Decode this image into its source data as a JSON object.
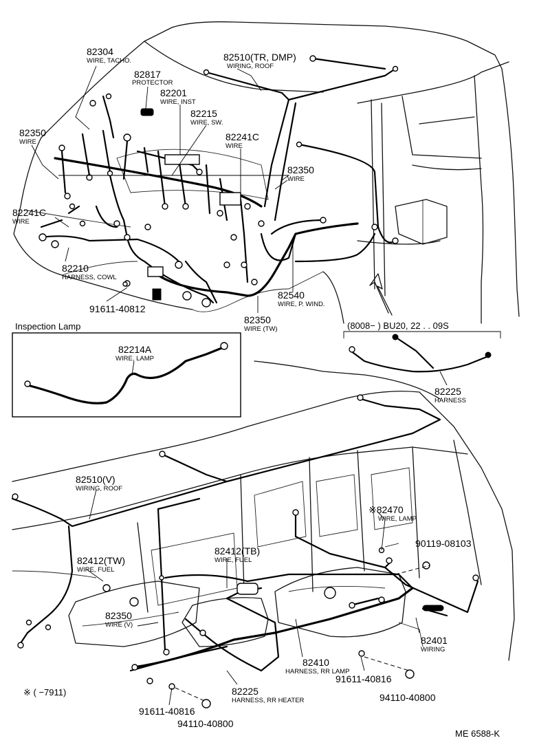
{
  "parts": [
    {
      "id": "p82304",
      "number": "82304",
      "desc": "WIRE, TACHO."
    },
    {
      "id": "p82510tr",
      "number": "82510(TR, DMP)",
      "desc": "WIRING, ROOF"
    },
    {
      "id": "p82817",
      "number": "82817",
      "desc": "PROTECTOR"
    },
    {
      "id": "p82201",
      "number": "82201",
      "desc": "WIRE, INST"
    },
    {
      "id": "p82215",
      "number": "82215",
      "desc": "WIRE, SW."
    },
    {
      "id": "p82350a",
      "number": "82350",
      "desc": "WIRE"
    },
    {
      "id": "p82241c_a",
      "number": "82241C",
      "desc": "WIRE"
    },
    {
      "id": "p82350b",
      "number": "82350",
      "desc": "WIRE"
    },
    {
      "id": "p82241c_b",
      "number": "82241C",
      "desc": "WIRE"
    },
    {
      "id": "p82210",
      "number": "82210",
      "desc": "HARNESS, COWL"
    },
    {
      "id": "p91611_40812",
      "number": "91611-40812",
      "desc": ""
    },
    {
      "id": "p82540",
      "number": "82540",
      "desc": "WIRE, P. WIND."
    },
    {
      "id": "p82350tw",
      "number": "82350",
      "desc": "WIRE (TW)"
    },
    {
      "id": "p82214a",
      "number": "82214A",
      "desc": "WIRE, LAMP"
    },
    {
      "id": "p82225a",
      "number": "82225",
      "desc": "HARNESS"
    },
    {
      "id": "p82510v",
      "number": "82510(V)",
      "desc": "WIRING, ROOF"
    },
    {
      "id": "p82470",
      "number": "※82470",
      "desc": "WIRE, LAMP"
    },
    {
      "id": "p90119",
      "number": "90119-08103",
      "desc": ""
    },
    {
      "id": "p82412tw",
      "number": "82412(TW)",
      "desc": "WIRE, FUEL"
    },
    {
      "id": "p82412tb",
      "number": "82412(TB)",
      "desc": "WIRE, FUEL"
    },
    {
      "id": "p82350v",
      "number": "82350",
      "desc": "WIRE (V)"
    },
    {
      "id": "p82401",
      "number": "82401",
      "desc": "WIRING"
    },
    {
      "id": "p82410",
      "number": "82410",
      "desc": "HARNESS, RR LAMP"
    },
    {
      "id": "p91611_40816a",
      "number": "91611-40816",
      "desc": ""
    },
    {
      "id": "p82225b",
      "number": "82225",
      "desc": "HARNESS, RR HEATER"
    },
    {
      "id": "p94110_40800a",
      "number": "94110-40800",
      "desc": ""
    },
    {
      "id": "p91611_40816b",
      "number": "91611-40816",
      "desc": ""
    },
    {
      "id": "p94110_40800b",
      "number": "94110-40800",
      "desc": ""
    }
  ],
  "inset_title": "Inspection Lamp",
  "model_note": "(8008−        ) BU20, 22 . . 09S",
  "footnote": "※ (      −7911)",
  "diagram_code": "ME 6588-K"
}
